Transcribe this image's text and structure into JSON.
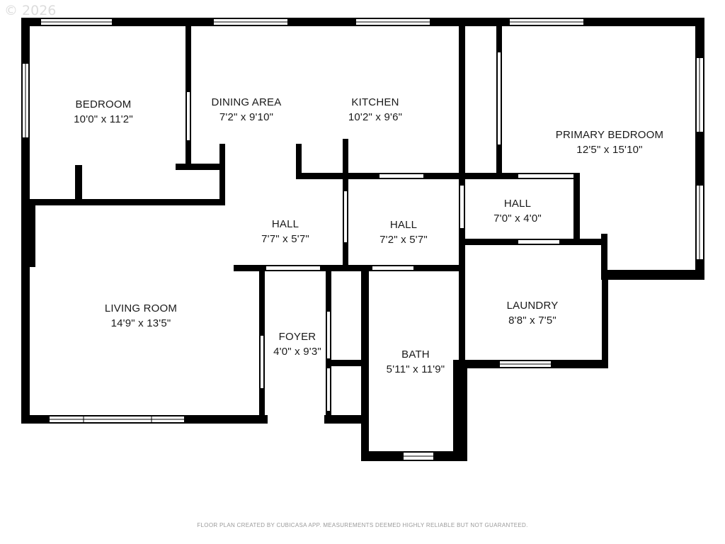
{
  "copyright": "© 2026",
  "rooms": {
    "bedroom": {
      "name": "BEDROOM",
      "dim": "10'0\" x 11'2\""
    },
    "dining": {
      "name": "DINING AREA",
      "dim": "7'2\" x 9'10\""
    },
    "kitchen": {
      "name": "KITCHEN",
      "dim": "10'2\" x 9'6\""
    },
    "primary": {
      "name": "PRIMARY BEDROOM",
      "dim": "12'5\" x 15'10\""
    },
    "hall_left": {
      "name": "HALL",
      "dim": "7'7\" x 5'7\""
    },
    "hall_mid": {
      "name": "HALL",
      "dim": "7'2\" x 5'7\""
    },
    "hall_right": {
      "name": "HALL",
      "dim": "7'0\" x 4'0\""
    },
    "living": {
      "name": "LIVING ROOM",
      "dim": "14'9\" x 13'5\""
    },
    "foyer": {
      "name": "FOYER",
      "dim": "4'0\" x 9'3\""
    },
    "bath": {
      "name": "BATH",
      "dim": "5'11\" x 11'9\""
    },
    "laundry": {
      "name": "LAUNDRY",
      "dim": "8'8\" x 7'5\""
    }
  },
  "footer": "FLOOR PLAN CREATED BY CUBICASA APP. MEASUREMENTS DEEMED HIGHLY RELIABLE BUT NOT GUARANTEED.",
  "colors": {
    "wall": "#000000",
    "window": "#ffffff",
    "footer_text": "#9a9a9a"
  }
}
